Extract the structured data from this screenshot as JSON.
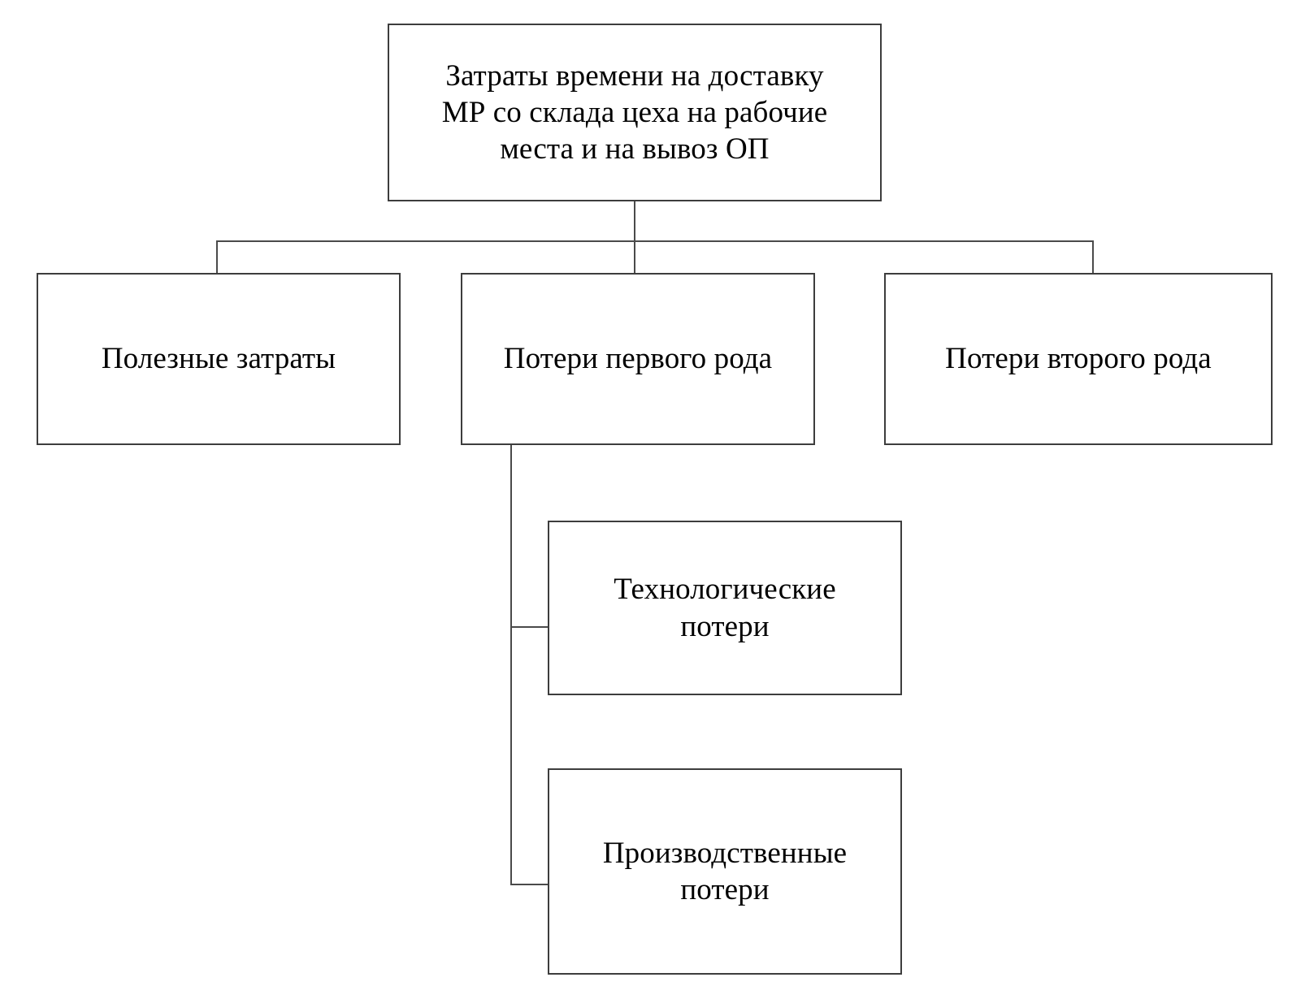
{
  "diagram": {
    "title": "Затраты времени на доставку МР со склада цеха на рабочие места и на вывоз ОП",
    "type": "hierarchy-tree",
    "orientation": "top-down",
    "colors": {
      "background": "#ffffff",
      "box_border": "#3d3d3d",
      "connector": "#4a4a4a",
      "text": "#000000"
    },
    "nodes": {
      "root": {
        "id": "root",
        "label": "Затраты времени на доставку\nМР со склада цеха на рабочие\nместа и на вывоз ОП",
        "level": 0
      },
      "useful_costs": {
        "id": "useful_costs",
        "label": "Полезные затраты",
        "level": 1
      },
      "losses_first_kind": {
        "id": "losses_first_kind",
        "label": "Потери первого рода",
        "level": 1
      },
      "losses_second_kind": {
        "id": "losses_second_kind",
        "label": "Потери второго рода",
        "level": 1
      },
      "technological_losses": {
        "id": "technological_losses",
        "label": "Технологические\nпотери",
        "level": 2
      },
      "production_losses": {
        "id": "production_losses",
        "label": "Производственные\nпотери",
        "level": 2
      }
    },
    "edges": [
      {
        "from": "root",
        "to": "useful_costs"
      },
      {
        "from": "root",
        "to": "losses_first_kind"
      },
      {
        "from": "root",
        "to": "losses_second_kind"
      },
      {
        "from": "losses_first_kind",
        "to": "technological_losses"
      },
      {
        "from": "losses_first_kind",
        "to": "production_losses"
      }
    ]
  }
}
